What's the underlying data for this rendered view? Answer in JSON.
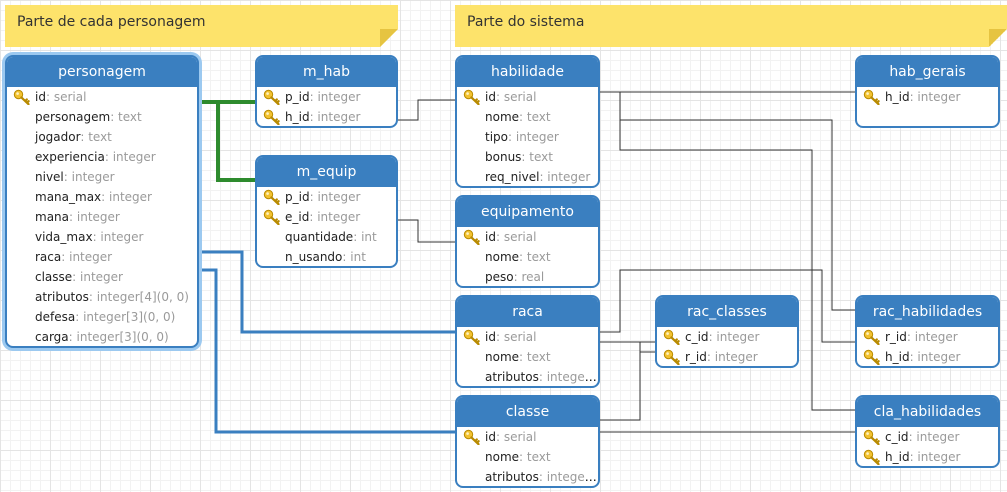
{
  "notes": {
    "left": "Parte de cada personagem",
    "right": "Parte do sistema"
  },
  "tables": {
    "personagem": {
      "title": "personagem",
      "rows": [
        {
          "name": "id",
          "type": "serial",
          "key": true
        },
        {
          "name": "personagem",
          "type": "text"
        },
        {
          "name": "jogador",
          "type": "text"
        },
        {
          "name": "experiencia",
          "type": "integer"
        },
        {
          "name": "nivel",
          "type": "integer"
        },
        {
          "name": "mana_max",
          "type": "integer"
        },
        {
          "name": "mana",
          "type": "integer"
        },
        {
          "name": "vida_max",
          "type": "integer"
        },
        {
          "name": "raca",
          "type": "integer"
        },
        {
          "name": "classe",
          "type": "integer"
        },
        {
          "name": "atributos",
          "type": "integer[4](0, 0)"
        },
        {
          "name": "defesa",
          "type": "integer[3](0, 0)"
        },
        {
          "name": "carga",
          "type": "integer[3](0, 0)"
        }
      ]
    },
    "m_hab": {
      "title": "m_hab",
      "rows": [
        {
          "name": "p_id",
          "type": "integer",
          "key": true
        },
        {
          "name": "h_id",
          "type": "integer",
          "key": true
        }
      ]
    },
    "m_equip": {
      "title": "m_equip",
      "rows": [
        {
          "name": "p_id",
          "type": "integer",
          "key": true
        },
        {
          "name": "e_id",
          "type": "integer",
          "key": true
        },
        {
          "name": "quantidade",
          "type": "int"
        },
        {
          "name": "n_usando",
          "type": "int"
        }
      ]
    },
    "habilidade": {
      "title": "habilidade",
      "rows": [
        {
          "name": "id",
          "type": "serial",
          "key": true
        },
        {
          "name": "nome",
          "type": "text"
        },
        {
          "name": "tipo",
          "type": "integer"
        },
        {
          "name": "bonus",
          "type": "text"
        },
        {
          "name": "req_nivel",
          "type": "integer"
        }
      ]
    },
    "equipamento": {
      "title": "equipamento",
      "rows": [
        {
          "name": "id",
          "type": "serial",
          "key": true
        },
        {
          "name": "nome",
          "type": "text"
        },
        {
          "name": "peso",
          "type": "real"
        }
      ]
    },
    "raca": {
      "title": "raca",
      "rows": [
        {
          "name": "id",
          "type": "serial",
          "key": true
        },
        {
          "name": "nome",
          "type": "text"
        },
        {
          "name": "atributos",
          "type": "integer..."
        }
      ]
    },
    "classe": {
      "title": "classe",
      "rows": [
        {
          "name": "id",
          "type": "serial",
          "key": true
        },
        {
          "name": "nome",
          "type": "text"
        },
        {
          "name": "atributos",
          "type": "integer..."
        }
      ]
    },
    "rac_classes": {
      "title": "rac_classes",
      "rows": [
        {
          "name": "c_id",
          "type": "integer",
          "key": true
        },
        {
          "name": "r_id",
          "type": "integer",
          "key": true
        }
      ]
    },
    "hab_gerais": {
      "title": "hab_gerais",
      "rows": [
        {
          "name": "h_id",
          "type": "integer",
          "key": true
        }
      ]
    },
    "rac_habilidades": {
      "title": "rac_habilidades",
      "rows": [
        {
          "name": "r_id",
          "type": "integer",
          "key": true
        },
        {
          "name": "h_id",
          "type": "integer",
          "key": true
        }
      ]
    },
    "cla_habilidades": {
      "title": "cla_habilidades",
      "rows": [
        {
          "name": "c_id",
          "type": "integer",
          "key": true
        },
        {
          "name": "h_id",
          "type": "integer",
          "key": true
        }
      ]
    }
  },
  "colors": {
    "header": "#3a7fc0",
    "note": "#fde36b",
    "link": "#333333",
    "link_green": "#2e8b2e",
    "link_blue": "#3a7fc0",
    "key": "#e8b20c"
  },
  "icons": {
    "key": "key-icon",
    "note_fold": "note-fold-icon"
  }
}
